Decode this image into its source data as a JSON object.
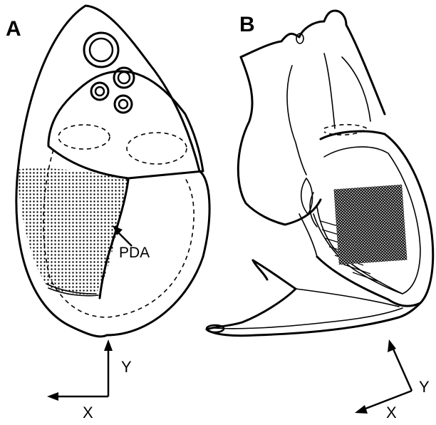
{
  "panels": {
    "a": {
      "label": "A",
      "annotation": "PDA",
      "x_axis": "X",
      "y_axis": "Y"
    },
    "b": {
      "label": "B",
      "x_axis": "X",
      "y_axis": "Y"
    }
  }
}
